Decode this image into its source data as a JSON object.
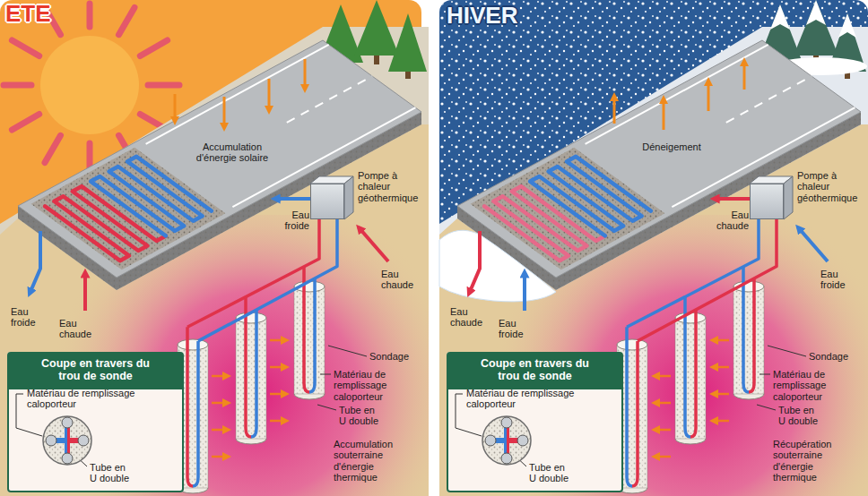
{
  "diagram": {
    "nodes": [
      {
        "text": [
          "ETE"
        ]
      },
      {
        "text": [
          "Pompe à chaleur géothermique"
        ],
        "in": 0
      },
      {
        "text": [
          "Coupe en travers du trou de sonde",
          "Matériau de remplissage caloporteur",
          "Tube en U double"
        ],
        "in": 0
      },
      {
        "text": [
          "HIVER"
        ]
      },
      {
        "text": [
          "Pompe à chaleur géothermique"
        ],
        "in": 3
      },
      {
        "text": [
          "Coupe en travers du trou de sonde",
          "Matériau de remplissage caloporteur",
          "Tube en U double"
        ],
        "in": 3
      }
    ],
    "labels": [
      "Accumulation d'énergie solaire",
      "Eau froide",
      "Eau chaude",
      "Eau froide",
      "Eau chaude",
      "Sondage",
      "Matériau de remplissage caloporteur",
      "Tube en U double",
      "Accumulation souterraine d'énergie thermique",
      "Déneigement",
      "Eau chaude",
      "Eau froide",
      "Eau chaude",
      "Eau froide",
      "Sondage",
      "Matériau de remplissage caloporteur",
      "Tube en U double",
      "Récupération souterraine d'énergie thermique"
    ]
  }
}
